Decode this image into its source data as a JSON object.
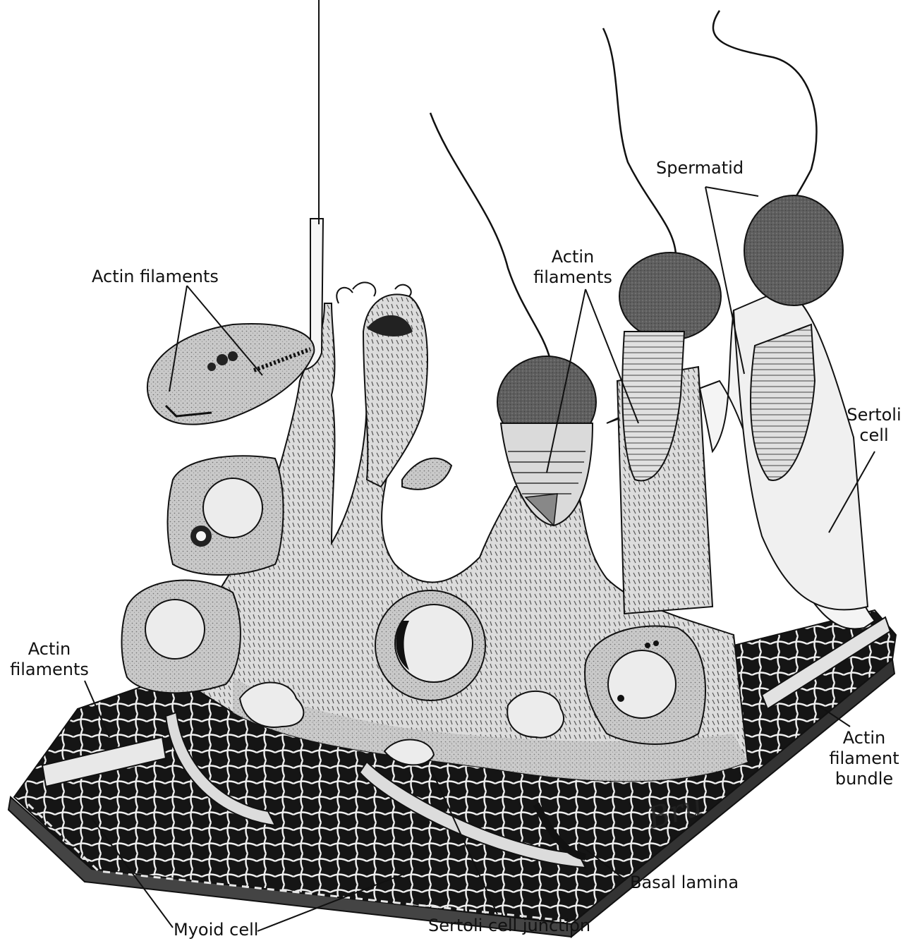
{
  "labels": {
    "actin_filaments_top_left": "Actin filaments",
    "actin_filaments_middle": "Actin\nfilaments",
    "spermatid": "Spermatid",
    "sertoli_cell": "Sertoli\ncell",
    "actin_filaments_left": "Actin\nfilaments",
    "actin_filament_bundle": "Actin\nfilament\nbundle",
    "basal_lamina": "Basal lamina",
    "myoid_cell": "Myoid cell",
    "sertoli_cell_junction": "Sertoli cell junction"
  },
  "artist_signature": "Bru",
  "colors": {
    "ink": "#111111",
    "cytoplasm": "#d4d4d4",
    "nucleus": "#ececec",
    "spermatid_head": "#5a5a5a",
    "basal_grid": "#1a1a1a"
  }
}
